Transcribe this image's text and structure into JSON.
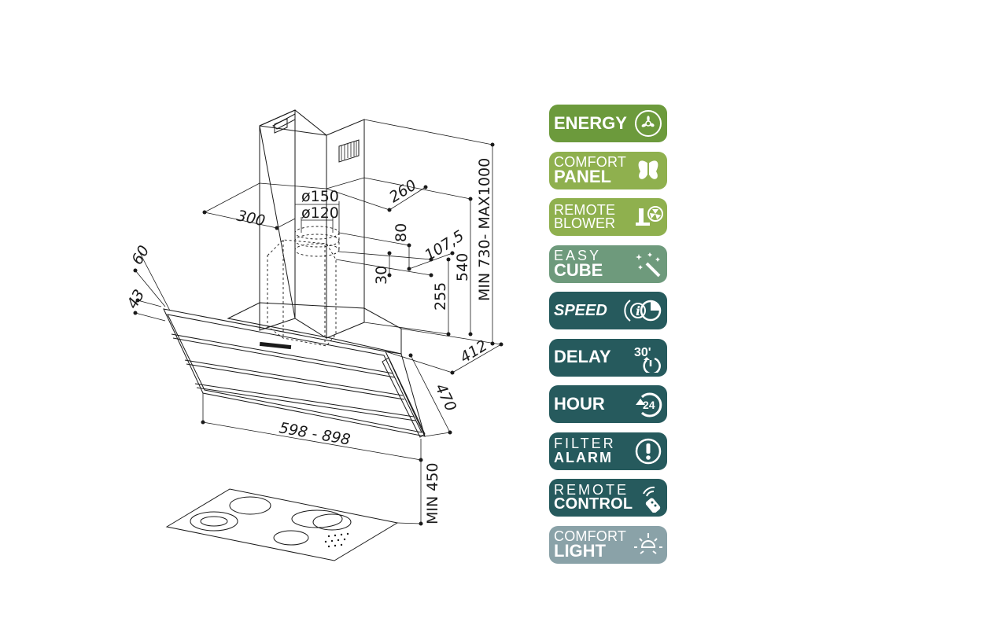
{
  "dimensions": {
    "d_150": "ø150",
    "d_120": "ø120",
    "w_300": "300",
    "w_260": "260",
    "h_80": "80",
    "h_107_5": "107,5",
    "h_30": "30",
    "h_255": "255",
    "h_540": "540",
    "h_chimney": "MIN 730- MAX1000",
    "d_412": "412",
    "d_470": "470",
    "a_60": "60",
    "a_43": "43",
    "w_width": "598 - 898",
    "h_min450": "MIN 450"
  },
  "badges": [
    {
      "line1": "ENERGY",
      "line2": "",
      "color": "#6c9a3c",
      "icon": "fan-leaf-icon"
    },
    {
      "line1": "COMFORT",
      "line2": "PANEL",
      "color": "#8fb04e",
      "icon": "butterfly-icon"
    },
    {
      "line1": "REMOTE",
      "line2": "BLOWER",
      "color": "#8fb04e",
      "icon": "remote-blower-icon"
    },
    {
      "line1": "EASY",
      "line2": "CUBE",
      "color": "#6e9a7c",
      "icon": "magic-wand-icon"
    },
    {
      "line1": "SPEED",
      "line2": "",
      "color": "#265a5d",
      "icon": "speed-info-icon"
    },
    {
      "line1": "DELAY",
      "line2": "",
      "color": "#265a5d",
      "icon": "delay-30-icon",
      "icon_text": "30'"
    },
    {
      "line1": "HOUR",
      "line2": "",
      "color": "#265a5d",
      "icon": "hour-24-icon",
      "icon_text": "24"
    },
    {
      "line1": "FILTER",
      "line2": "ALARM",
      "color": "#265a5d",
      "icon": "alarm-exclamation-icon"
    },
    {
      "line1": "REMOTE",
      "line2": "CONTROL",
      "color": "#265a5d",
      "icon": "remote-control-icon"
    },
    {
      "line1": "COMFORT",
      "line2": "LIGHT",
      "color": "#8aa2a8",
      "icon": "light-sun-icon"
    }
  ]
}
